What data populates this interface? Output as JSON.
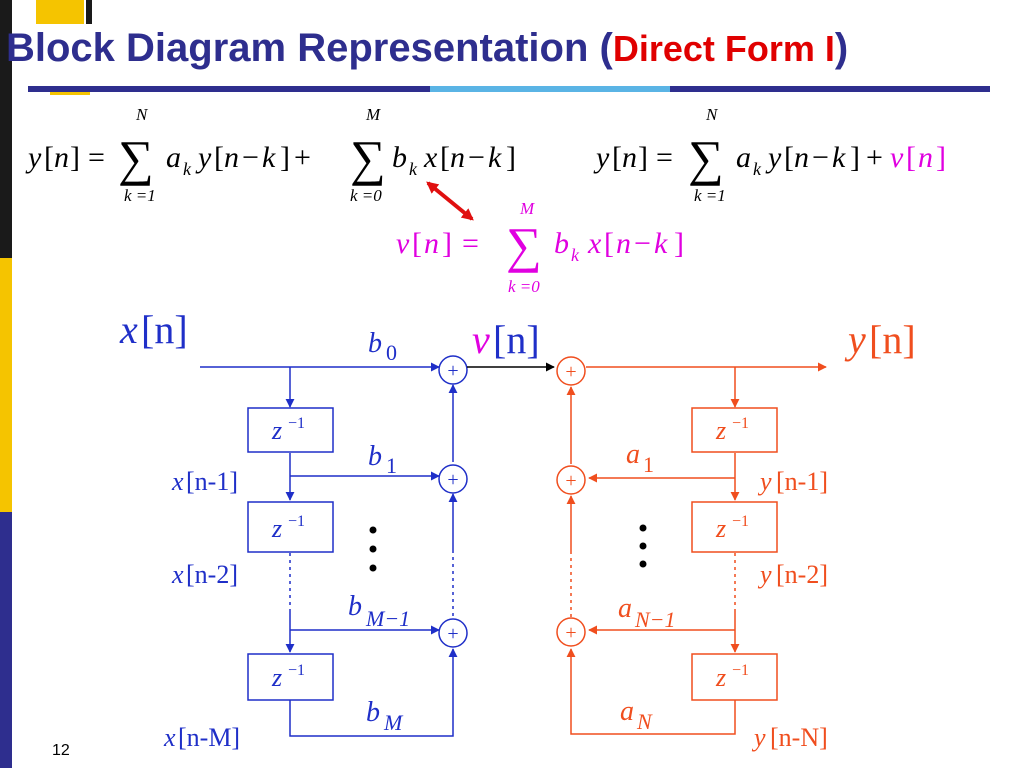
{
  "title": {
    "main": "Block Diagram Representation",
    "paren_open": "(",
    "highlight": "Direct Form I",
    "paren_close": ")"
  },
  "slide_number": "12",
  "colors": {
    "title": "#2e2e8e",
    "highlight": "#e00000",
    "xside": "#1f2fc8",
    "yside": "#f04e1e",
    "vn": "#e000e0",
    "arrow": "#e01010"
  },
  "equations": {
    "y": "y",
    "n": "n",
    "k": "k",
    "a": "a",
    "b": "b",
    "x": "x",
    "v": "v",
    "equals": "=",
    "plus": "+",
    "minus": "−",
    "lb": "[",
    "rb": "]",
    "sum": "∑",
    "N": "N",
    "M": "M",
    "k_eq_1": "k =1",
    "k_eq_0": "k =0"
  },
  "diagram": {
    "x_label_var": "x",
    "x_label_idx": "[n]",
    "v_label_var": "v",
    "v_label_idx": "[n]",
    "y_label_var": "y",
    "y_label_idx": "[n]",
    "adder": "+",
    "delay_z": "z",
    "delay_exp": "−1",
    "b_coeffs": [
      {
        "base": "b",
        "sub": "0"
      },
      {
        "base": "b",
        "sub": "1"
      },
      {
        "base": "b",
        "sub": "M−1"
      },
      {
        "base": "b",
        "sub": "M"
      }
    ],
    "a_coeffs": [
      {
        "base": "a",
        "sub": "1"
      },
      {
        "base": "a",
        "sub": "N−1"
      },
      {
        "base": "a",
        "sub": "N"
      }
    ],
    "x_taps": [
      {
        "var": "x",
        "idx": "[n-1]"
      },
      {
        "var": "x",
        "idx": "[n-2]"
      },
      {
        "var": "x",
        "idx": "[n-M]"
      }
    ],
    "y_taps": [
      {
        "var": "y",
        "idx": "[n-1]"
      },
      {
        "var": "y",
        "idx": "[n-2]"
      },
      {
        "var": "y",
        "idx": "[n-N]"
      }
    ]
  }
}
